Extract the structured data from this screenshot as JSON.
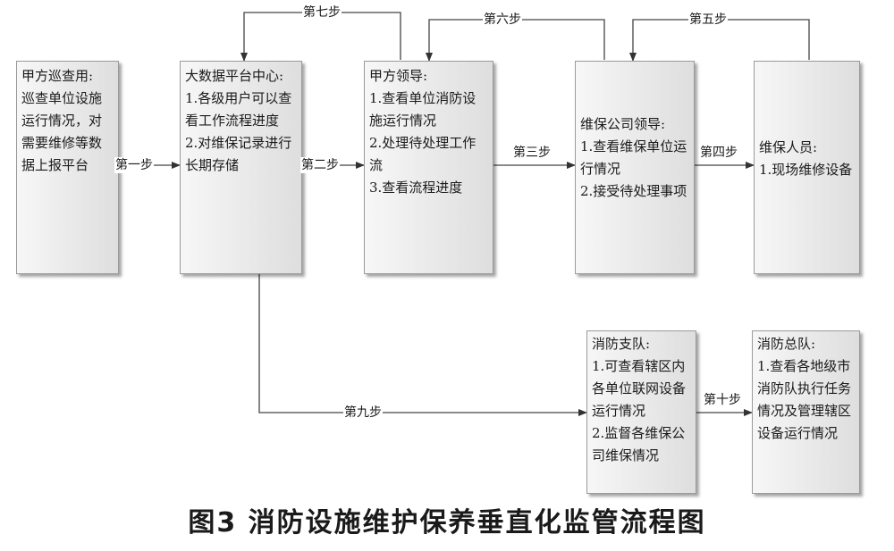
{
  "nodes": {
    "party_a_inspect": {
      "title": "甲方巡查用:",
      "lines": [
        "巡查单位设施运行情况，对需要维修等数据上报平台"
      ]
    },
    "big_data_center": {
      "title": "大数据平台中心:",
      "lines": [
        "1.各级用户可以查看工作流程进度",
        "2.对维保记录进行长期存储"
      ]
    },
    "party_a_leader": {
      "title": "甲方领导:",
      "lines": [
        "1.查看单位消防设施运行情况",
        "2.处理待处理工作流",
        "3.查看流程进度"
      ]
    },
    "maint_company_leader": {
      "title": "维保公司领导:",
      "lines": [
        "1.查看维保单位运行情况",
        "2.接受待处理事项"
      ]
    },
    "maint_staff": {
      "title": "维保人员:",
      "lines": [
        "1.现场维修设备"
      ]
    },
    "fire_detachment": {
      "title": "消防支队:",
      "lines": [
        "1.可查看辖区内各单位联网设备运行情况",
        "2.监督各维保公司维保情况"
      ]
    },
    "fire_corps": {
      "title": "消防总队:",
      "lines": [
        "1.查看各地级市消防队执行任务情况及管理辖区设备运行情况"
      ]
    }
  },
  "steps": {
    "step1": "第一步",
    "step2": "第二步",
    "step3": "第三步",
    "step4": "第四步",
    "step5": "第五步",
    "step6": "第六步",
    "step7": "第七步",
    "step9": "第九步",
    "step10": "第十步"
  },
  "caption": "图3 消防设施维护保养垂直化监管流程图"
}
